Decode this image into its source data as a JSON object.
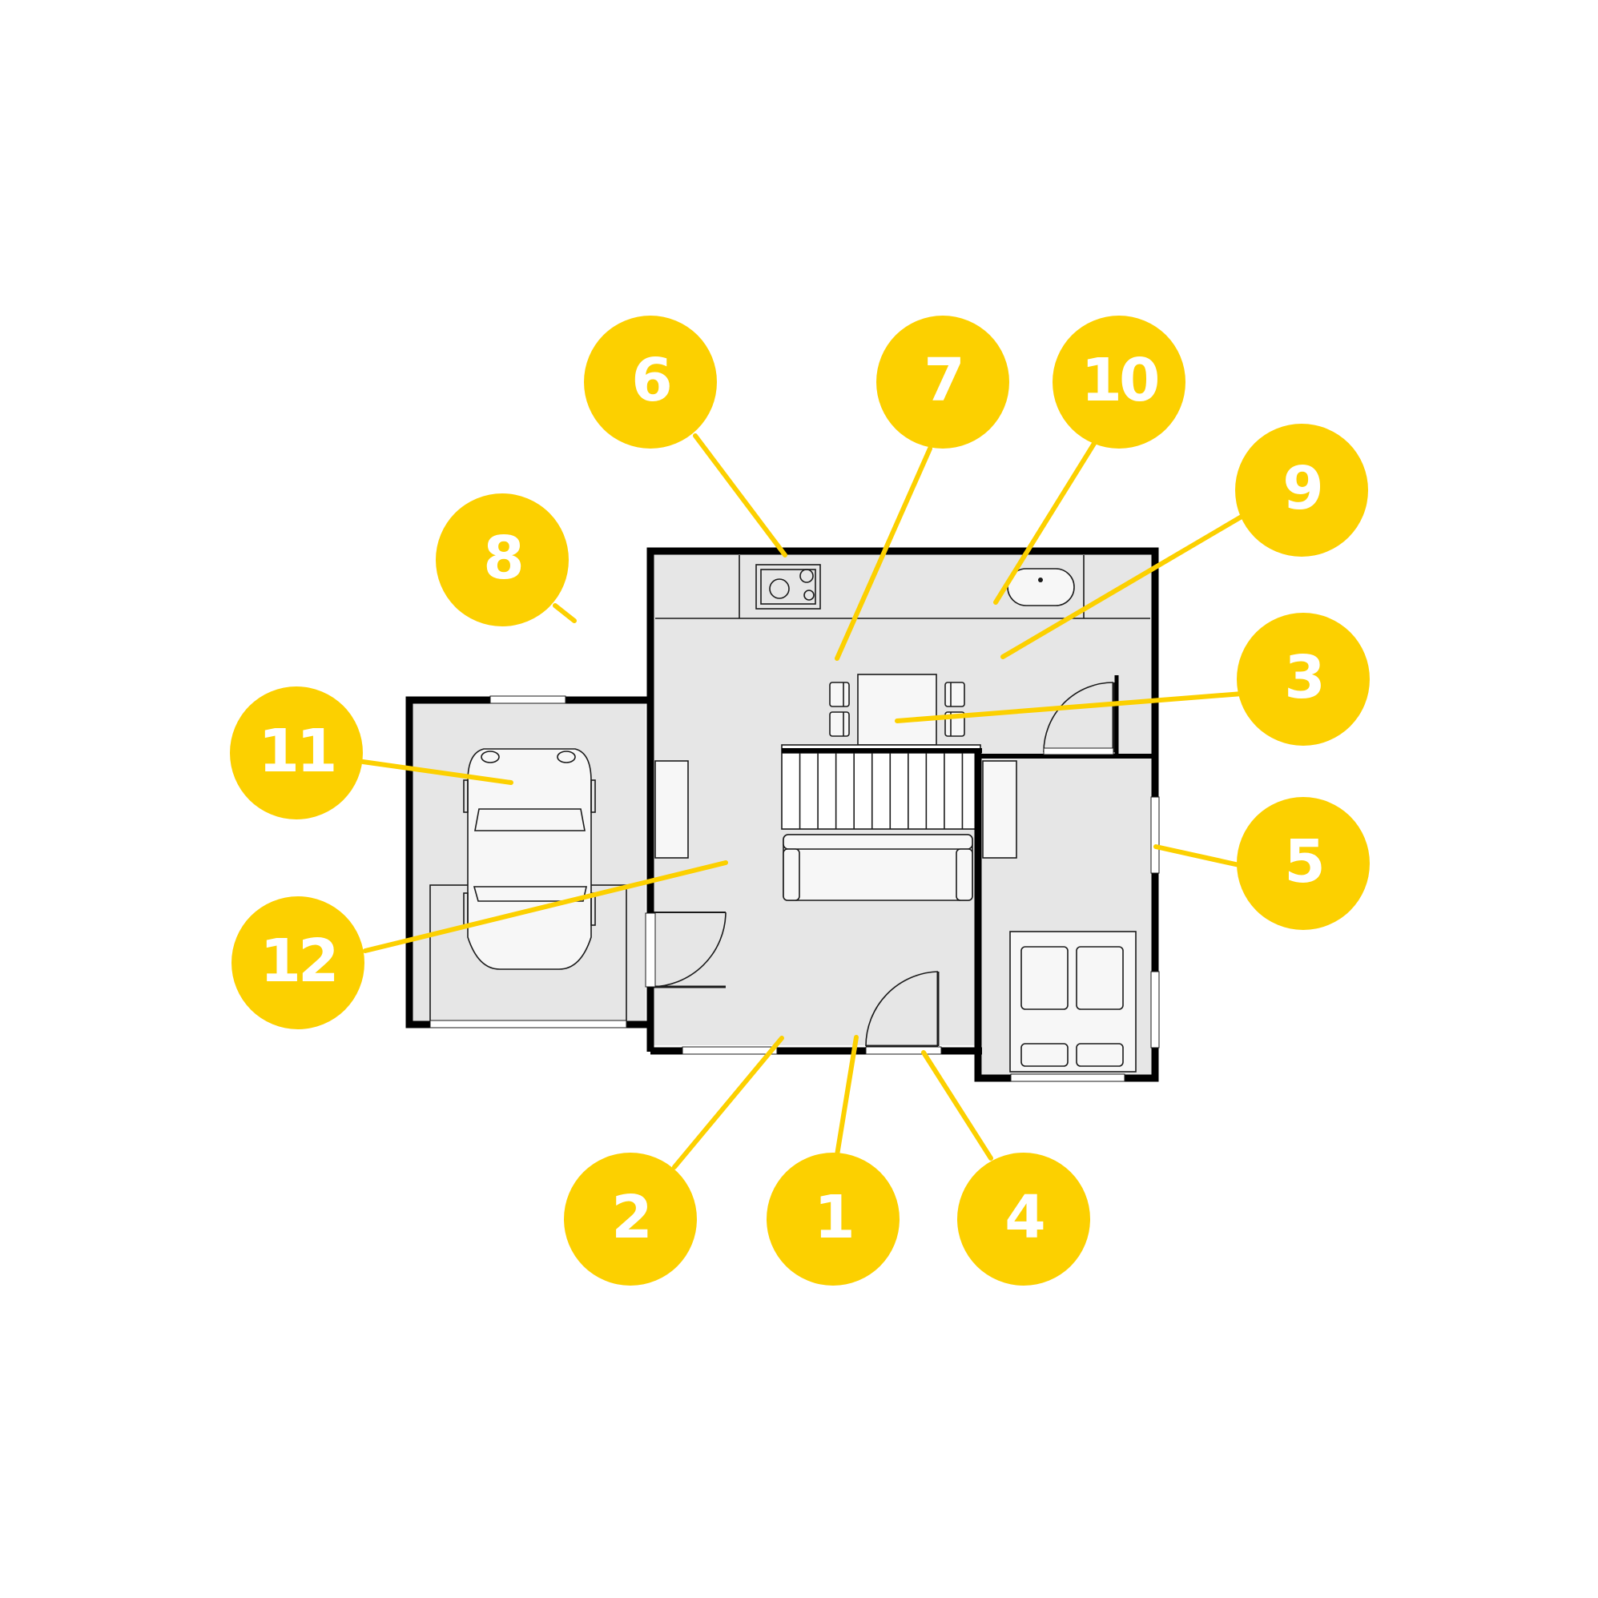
{
  "callouts": [
    {
      "id": "1",
      "label": "1"
    },
    {
      "id": "2",
      "label": "2"
    },
    {
      "id": "3",
      "label": "3"
    },
    {
      "id": "4",
      "label": "4"
    },
    {
      "id": "5",
      "label": "5"
    },
    {
      "id": "6",
      "label": "6"
    },
    {
      "id": "7",
      "label": "7"
    },
    {
      "id": "8",
      "label": "8"
    },
    {
      "id": "9",
      "label": "9"
    },
    {
      "id": "10",
      "label": "10"
    },
    {
      "id": "11",
      "label": "11"
    },
    {
      "id": "12",
      "label": "12"
    }
  ],
  "colors": {
    "badge": "#fcd000",
    "badge_text": "#ffffff",
    "floor": "#e6e6e6",
    "wall": "#000000",
    "background": "#ffffff"
  }
}
